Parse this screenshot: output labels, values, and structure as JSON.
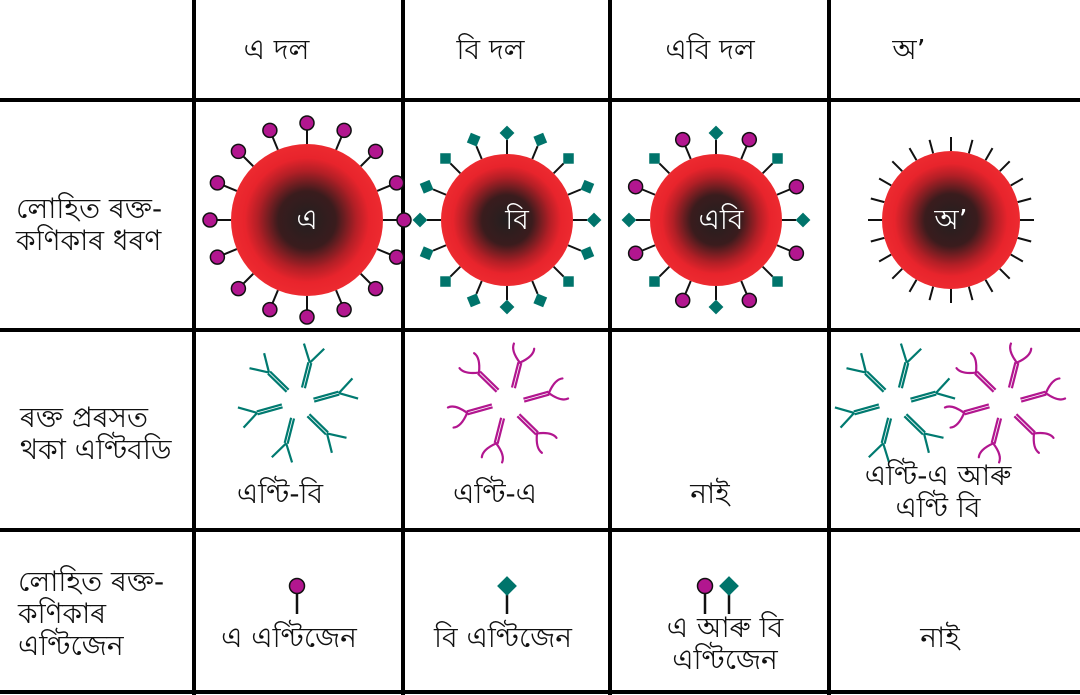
{
  "columns": [
    "এ দল",
    "বি দল",
    "এবি দল",
    "অ’"
  ],
  "rows": {
    "cell_shape": "লোহিত ৰক্ত-\nকণিকাৰ ধৰণ",
    "antibodies": "ৰক্ত প্ৰৰসত\nথকা এণ্টিবডি",
    "antigens": "লোহিত ৰক্ত-\nকণিকাৰ\nএণ্টিজেন"
  },
  "cells": {
    "core_labels": [
      "এ",
      "বি",
      "এবি",
      "অ’"
    ],
    "antibody_labels": [
      "এণ্টি-বি",
      "এণ্টি-এ",
      "নাই",
      "এণ্টি-এ আৰু\nএণ্টি বি"
    ],
    "antigen_labels": [
      "এ এণ্টিজেন",
      "বি এণ্টিজেন",
      "এ আৰু বি\nএণ্টিজেন",
      "নাই"
    ]
  },
  "colors": {
    "cell_red": "#e8242c",
    "cell_core": "#231f20",
    "antigen_a": "#b2168f",
    "antigen_b": "#00746b",
    "antibody_a": "#b2168f",
    "antibody_b": "#007a70",
    "grid": "#000000"
  }
}
